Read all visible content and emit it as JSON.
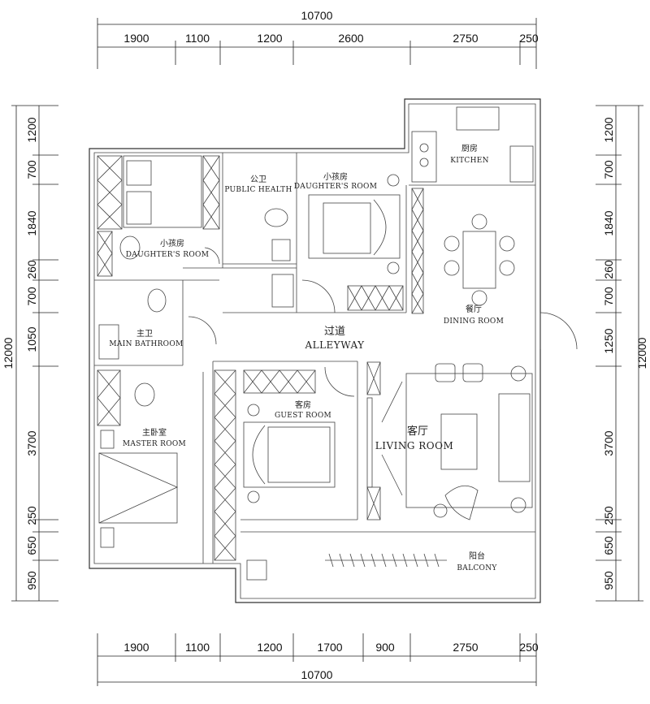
{
  "dimensions": {
    "top_total": "10700",
    "top_segments": [
      "1900",
      "1100",
      "1200",
      "2600",
      "2750",
      "250"
    ],
    "bottom_total": "10700",
    "bottom_segments": [
      "1900",
      "1100",
      "1200",
      "1700",
      "900",
      "2750",
      "250"
    ],
    "left_total": "12000",
    "left_segments": [
      "1200",
      "700",
      "1840",
      "260",
      "700",
      "1050",
      "3700",
      "250",
      "650",
      "950"
    ],
    "right_total": "12000",
    "right_segments": [
      "1200",
      "700",
      "1840",
      "260",
      "700",
      "1250",
      "3700",
      "250",
      "650",
      "950"
    ]
  },
  "rooms": {
    "kitchen": {
      "cn": "厨房",
      "en": "KITCHEN"
    },
    "public_health": {
      "cn": "公卫",
      "en": "PUBLIC HEALTH"
    },
    "daughter_room_top": {
      "cn": "小孩房",
      "en": "DAUGHTER'S ROOM"
    },
    "daughter_room_left": {
      "cn": "小孩房",
      "en": "DAUGHTER'S ROOM"
    },
    "main_bathroom": {
      "cn": "主卫",
      "en": "MAIN BATHROOM"
    },
    "dining_room": {
      "cn": "餐厅",
      "en": "DINING ROOM"
    },
    "alleyway": {
      "cn": "过道",
      "en": "ALLEYWAY"
    },
    "guest_room": {
      "cn": "客房",
      "en": "GUEST ROOM"
    },
    "living_room": {
      "cn": "客厅",
      "en": "LIVING ROOM"
    },
    "master_room": {
      "cn": "主卧室",
      "en": "MASTER ROOM"
    },
    "balcony": {
      "cn": "阳台",
      "en": "BALCONY"
    }
  }
}
